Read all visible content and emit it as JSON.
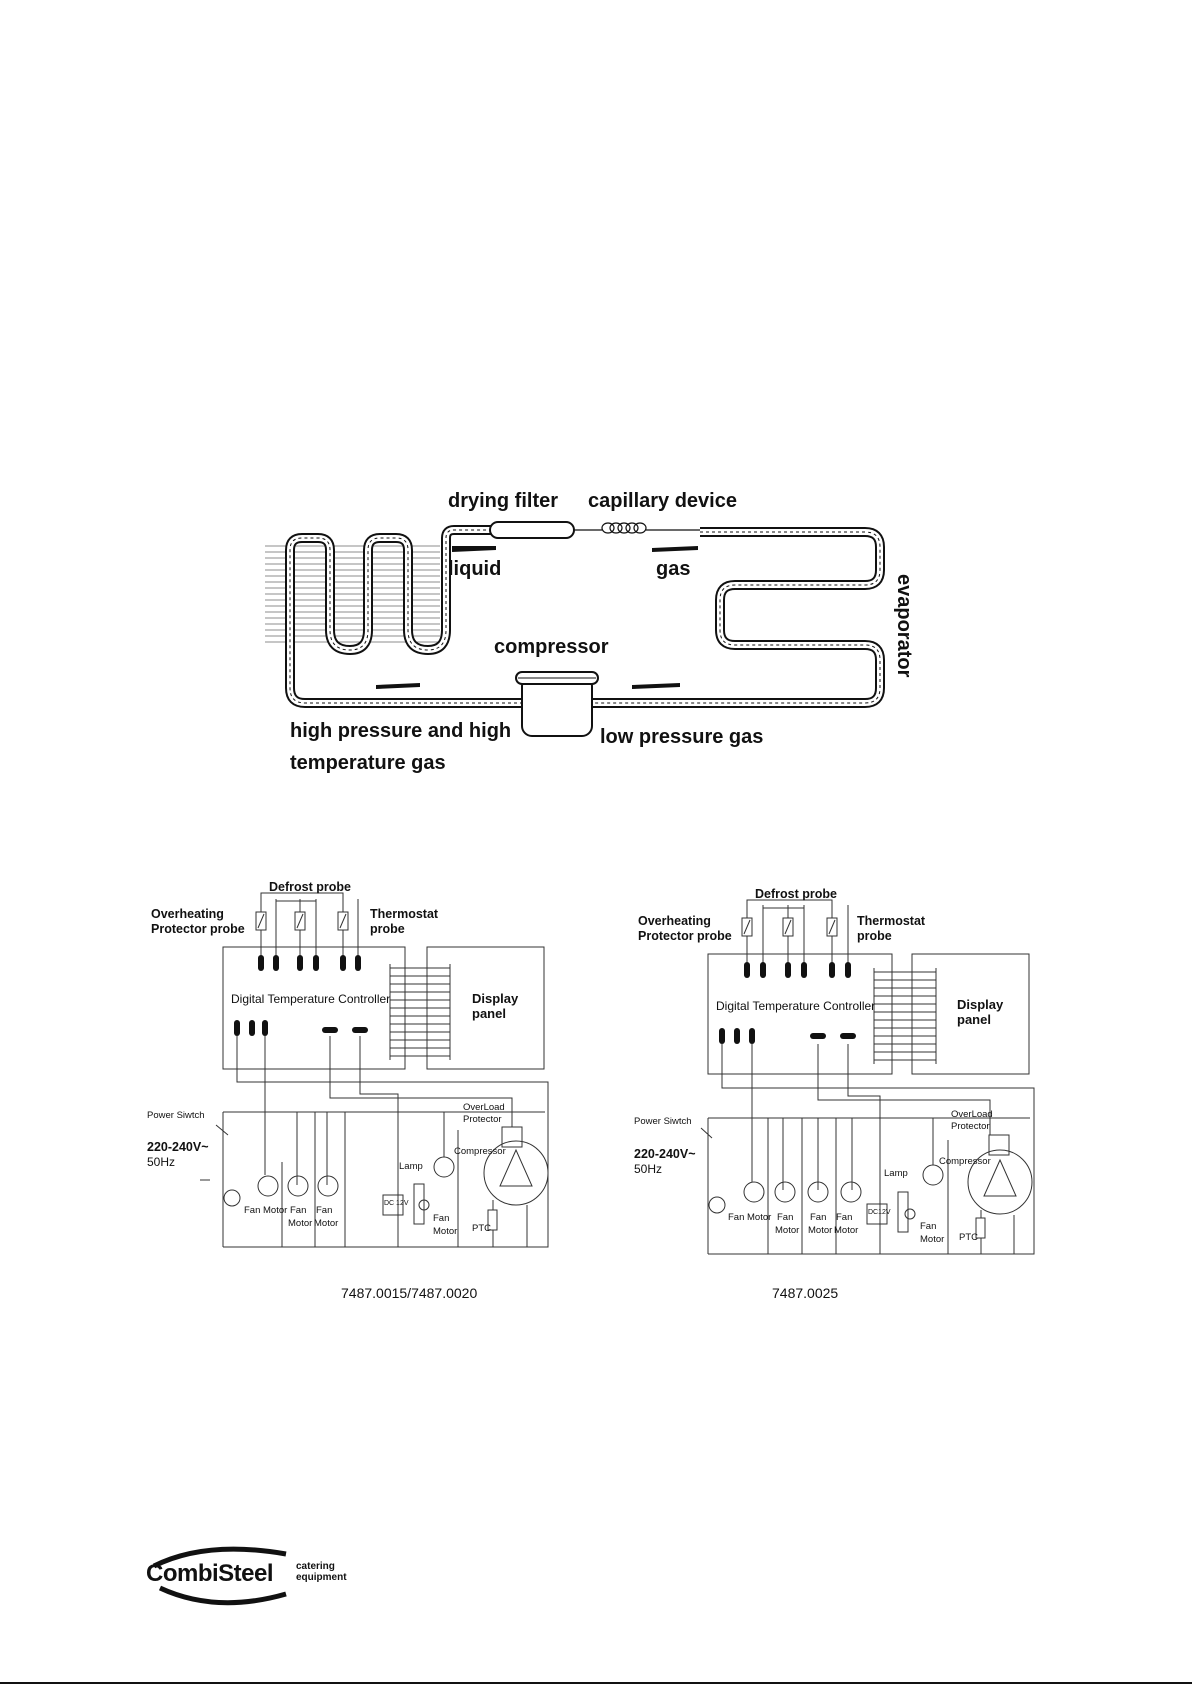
{
  "refrigeration": {
    "drying_filter": "drying filter",
    "capillary_device": "capillary device",
    "liquid": "liquid",
    "gas": "gas",
    "evaporator": "evaporator",
    "compressor": "compressor",
    "high_pressure_line1": "high pressure and high",
    "high_pressure_line2": "temperature gas",
    "low_pressure_gas": "low pressure gas"
  },
  "wiring_left": {
    "defrost_probe": "Defrost probe",
    "overheating": "Overheating",
    "protector_probe": "Protector probe",
    "thermostat": "Thermostat",
    "probe": "probe",
    "controller": "Digital Temperature Controller",
    "display_line1": "Display",
    "display_line2": "panel",
    "power_switch": "Power Siwtch",
    "voltage": "220-240V~",
    "frequency": "50Hz",
    "fan_motor": "Fan Motor",
    "fan": "Fan",
    "motor": "Motor",
    "lamp": "Lamp",
    "dc12v": "DC 12V",
    "overload_line1": "OverLoad",
    "overload_line2": "Protector",
    "compressor": "Compressor",
    "ptc": "PTC",
    "caption": "7487.0015/7487.0020"
  },
  "wiring_right": {
    "defrost_probe": "Defrost probe",
    "overheating": "Overheating",
    "protector_probe": "Protector probe",
    "thermostat": "Thermostat",
    "probe": "probe",
    "controller": "Digital Temperature Controller",
    "display_line1": "Display",
    "display_line2": "panel",
    "power_switch": "Power Siwtch",
    "voltage": "220-240V~",
    "frequency": "50Hz",
    "fan_motor": "Fan Motor",
    "fan": "Fan",
    "motor": "Motor",
    "lamp": "Lamp",
    "dc12v": "DC12V",
    "overload_line1": "OverLoad",
    "overload_line2": "Protector",
    "compressor": "Compressor",
    "ptc": "PTC",
    "caption": "7487.0025"
  },
  "logo": {
    "brand": "CombiSteel",
    "tag_line1": "catering",
    "tag_line2": "equipment"
  }
}
